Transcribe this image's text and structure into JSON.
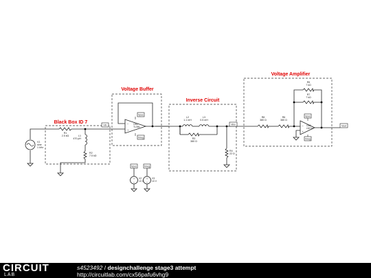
{
  "blocks": {
    "black_box": "Black Box ID 7",
    "voltage_buffer": "Voltage Buffer",
    "inverse_circuit": "Inverse Circuit",
    "voltage_amplifier": "Voltage Amplifier"
  },
  "components": {
    "v1": {
      "name": "V1",
      "line1": "sine",
      "line2": "1 kHz"
    },
    "r1": {
      "name": "R1",
      "value": "2.5 kΩ"
    },
    "l1": {
      "name": "L1",
      "value": "470 µH"
    },
    "r2": {
      "name": "R2",
      "value": "7.5 kΩ"
    },
    "oa2": {
      "name": "OA2",
      "model": "TL081"
    },
    "l2": {
      "name": "L2",
      "value": "1.1 mH"
    },
    "l3": {
      "name": "L3",
      "value": "0.5 mH"
    },
    "r3": {
      "name": "R3",
      "value": "380 Ω"
    },
    "r4": {
      "name": "R4",
      "value": "22 Ω"
    },
    "r5": {
      "name": "R5",
      "value": "7 kΩ"
    },
    "r6": {
      "name": "R6",
      "value": "380 Ω"
    },
    "r7": {
      "name": "R7",
      "value": "7 kΩ"
    },
    "r8": {
      "name": "R8",
      "value": "380 Ω"
    },
    "oa1": {
      "name": "OA1",
      "model": "LM741"
    },
    "v2": {
      "name": "V2",
      "value": "10 V"
    },
    "v3": {
      "name": "V3",
      "value": "10 V"
    }
  },
  "nets": {
    "vpos": "Vpos",
    "vneg": "Vneg",
    "vin": "Vin",
    "vinv": "Vinv",
    "vout": "Vout"
  },
  "footer": {
    "logo_top": "CIRCUIT",
    "logo_bottom": "LAB",
    "circuit_id": "s4523492",
    "separator": " / ",
    "circuit_name": "designchallenge stage3 attempt",
    "url": "http://circuitlab.com/cx56pafu6vhg9"
  }
}
